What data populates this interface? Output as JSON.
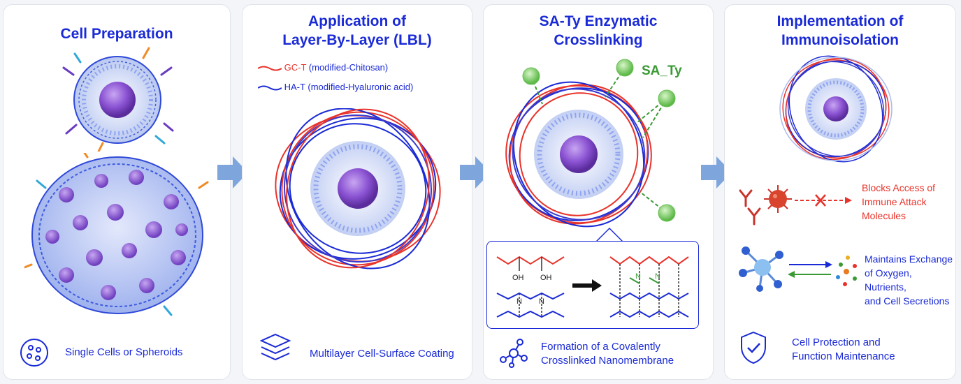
{
  "panels": [
    {
      "title_lines": [
        "Cell Preparation"
      ],
      "caption_lines": [
        "Single Cells or Spheroids"
      ]
    },
    {
      "title_lines": [
        "Application of",
        "Layer-By-Layer (LBL)"
      ],
      "legend": [
        {
          "code": "GC-T",
          "desc": "(modified-Chitosan)",
          "color": "#e8332a"
        },
        {
          "code": "HA-T",
          "desc": "(modified-Hyaluronic acid)",
          "color": "#1a2ad6"
        }
      ],
      "caption_lines": [
        "Multilayer Cell-Surface Coating"
      ]
    },
    {
      "title_lines": [
        "SA-Ty Enzymatic",
        "Crosslinking"
      ],
      "enzyme_label": "SA_Ty",
      "reaction": {
        "oh_left": "OH",
        "oh_right": "OH",
        "n_label": "N"
      },
      "caption_lines": [
        "Formation of a Covalently",
        "Crosslinked Nanomembrane"
      ]
    },
    {
      "title_lines": [
        "Implementation of",
        "Immunoisolation"
      ],
      "blocks_lines": [
        "Blocks Access of",
        "Immune Attack",
        "Molecules"
      ],
      "exchange_lines": [
        "Maintains Exchange",
        "of Oxygen, Nutrients,",
        "and Cell Secretions"
      ],
      "caption_lines": [
        "Cell Protection and",
        "Function Maintenance"
      ]
    }
  ],
  "colors": {
    "title_blue": "#1a2ad6",
    "red": "#e8332a",
    "green": "#3a9a35",
    "purple": "#7a4bc4",
    "arrow": "#7fa6dc"
  },
  "icons": [
    "cell-dish-icon",
    "layers-icon",
    "molecule-network-icon",
    "shield-check-icon",
    "antibody-icon",
    "virus-icon",
    "oxygen-molecule-icon"
  ]
}
